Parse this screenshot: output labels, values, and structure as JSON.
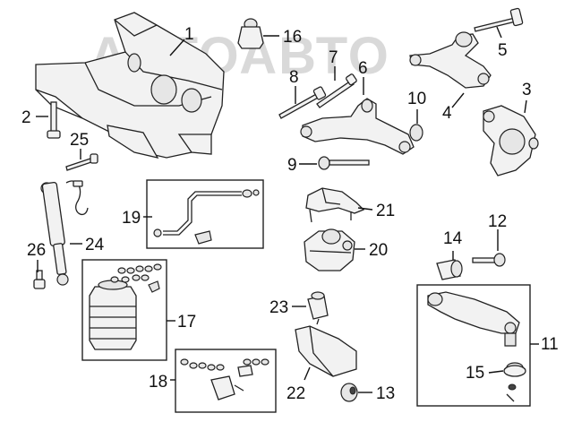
{
  "watermark": "АВТОАВТО",
  "callouts": [
    {
      "id": "1",
      "label": "1"
    },
    {
      "id": "2",
      "label": "2"
    },
    {
      "id": "3",
      "label": "3"
    },
    {
      "id": "4",
      "label": "4"
    },
    {
      "id": "5",
      "label": "5"
    },
    {
      "id": "6",
      "label": "6"
    },
    {
      "id": "7",
      "label": "7"
    },
    {
      "id": "8",
      "label": "8"
    },
    {
      "id": "9",
      "label": "9"
    },
    {
      "id": "10",
      "label": "10"
    },
    {
      "id": "11",
      "label": "11"
    },
    {
      "id": "12",
      "label": "12"
    },
    {
      "id": "13",
      "label": "13"
    },
    {
      "id": "14",
      "label": "14"
    },
    {
      "id": "15",
      "label": "15"
    },
    {
      "id": "16",
      "label": "16"
    },
    {
      "id": "17",
      "label": "17"
    },
    {
      "id": "18",
      "label": "18"
    },
    {
      "id": "19",
      "label": "19"
    },
    {
      "id": "20",
      "label": "20"
    },
    {
      "id": "21",
      "label": "21"
    },
    {
      "id": "22",
      "label": "22"
    },
    {
      "id": "23",
      "label": "23"
    },
    {
      "id": "24",
      "label": "24"
    },
    {
      "id": "25",
      "label": "25"
    },
    {
      "id": "26",
      "label": "26"
    }
  ]
}
